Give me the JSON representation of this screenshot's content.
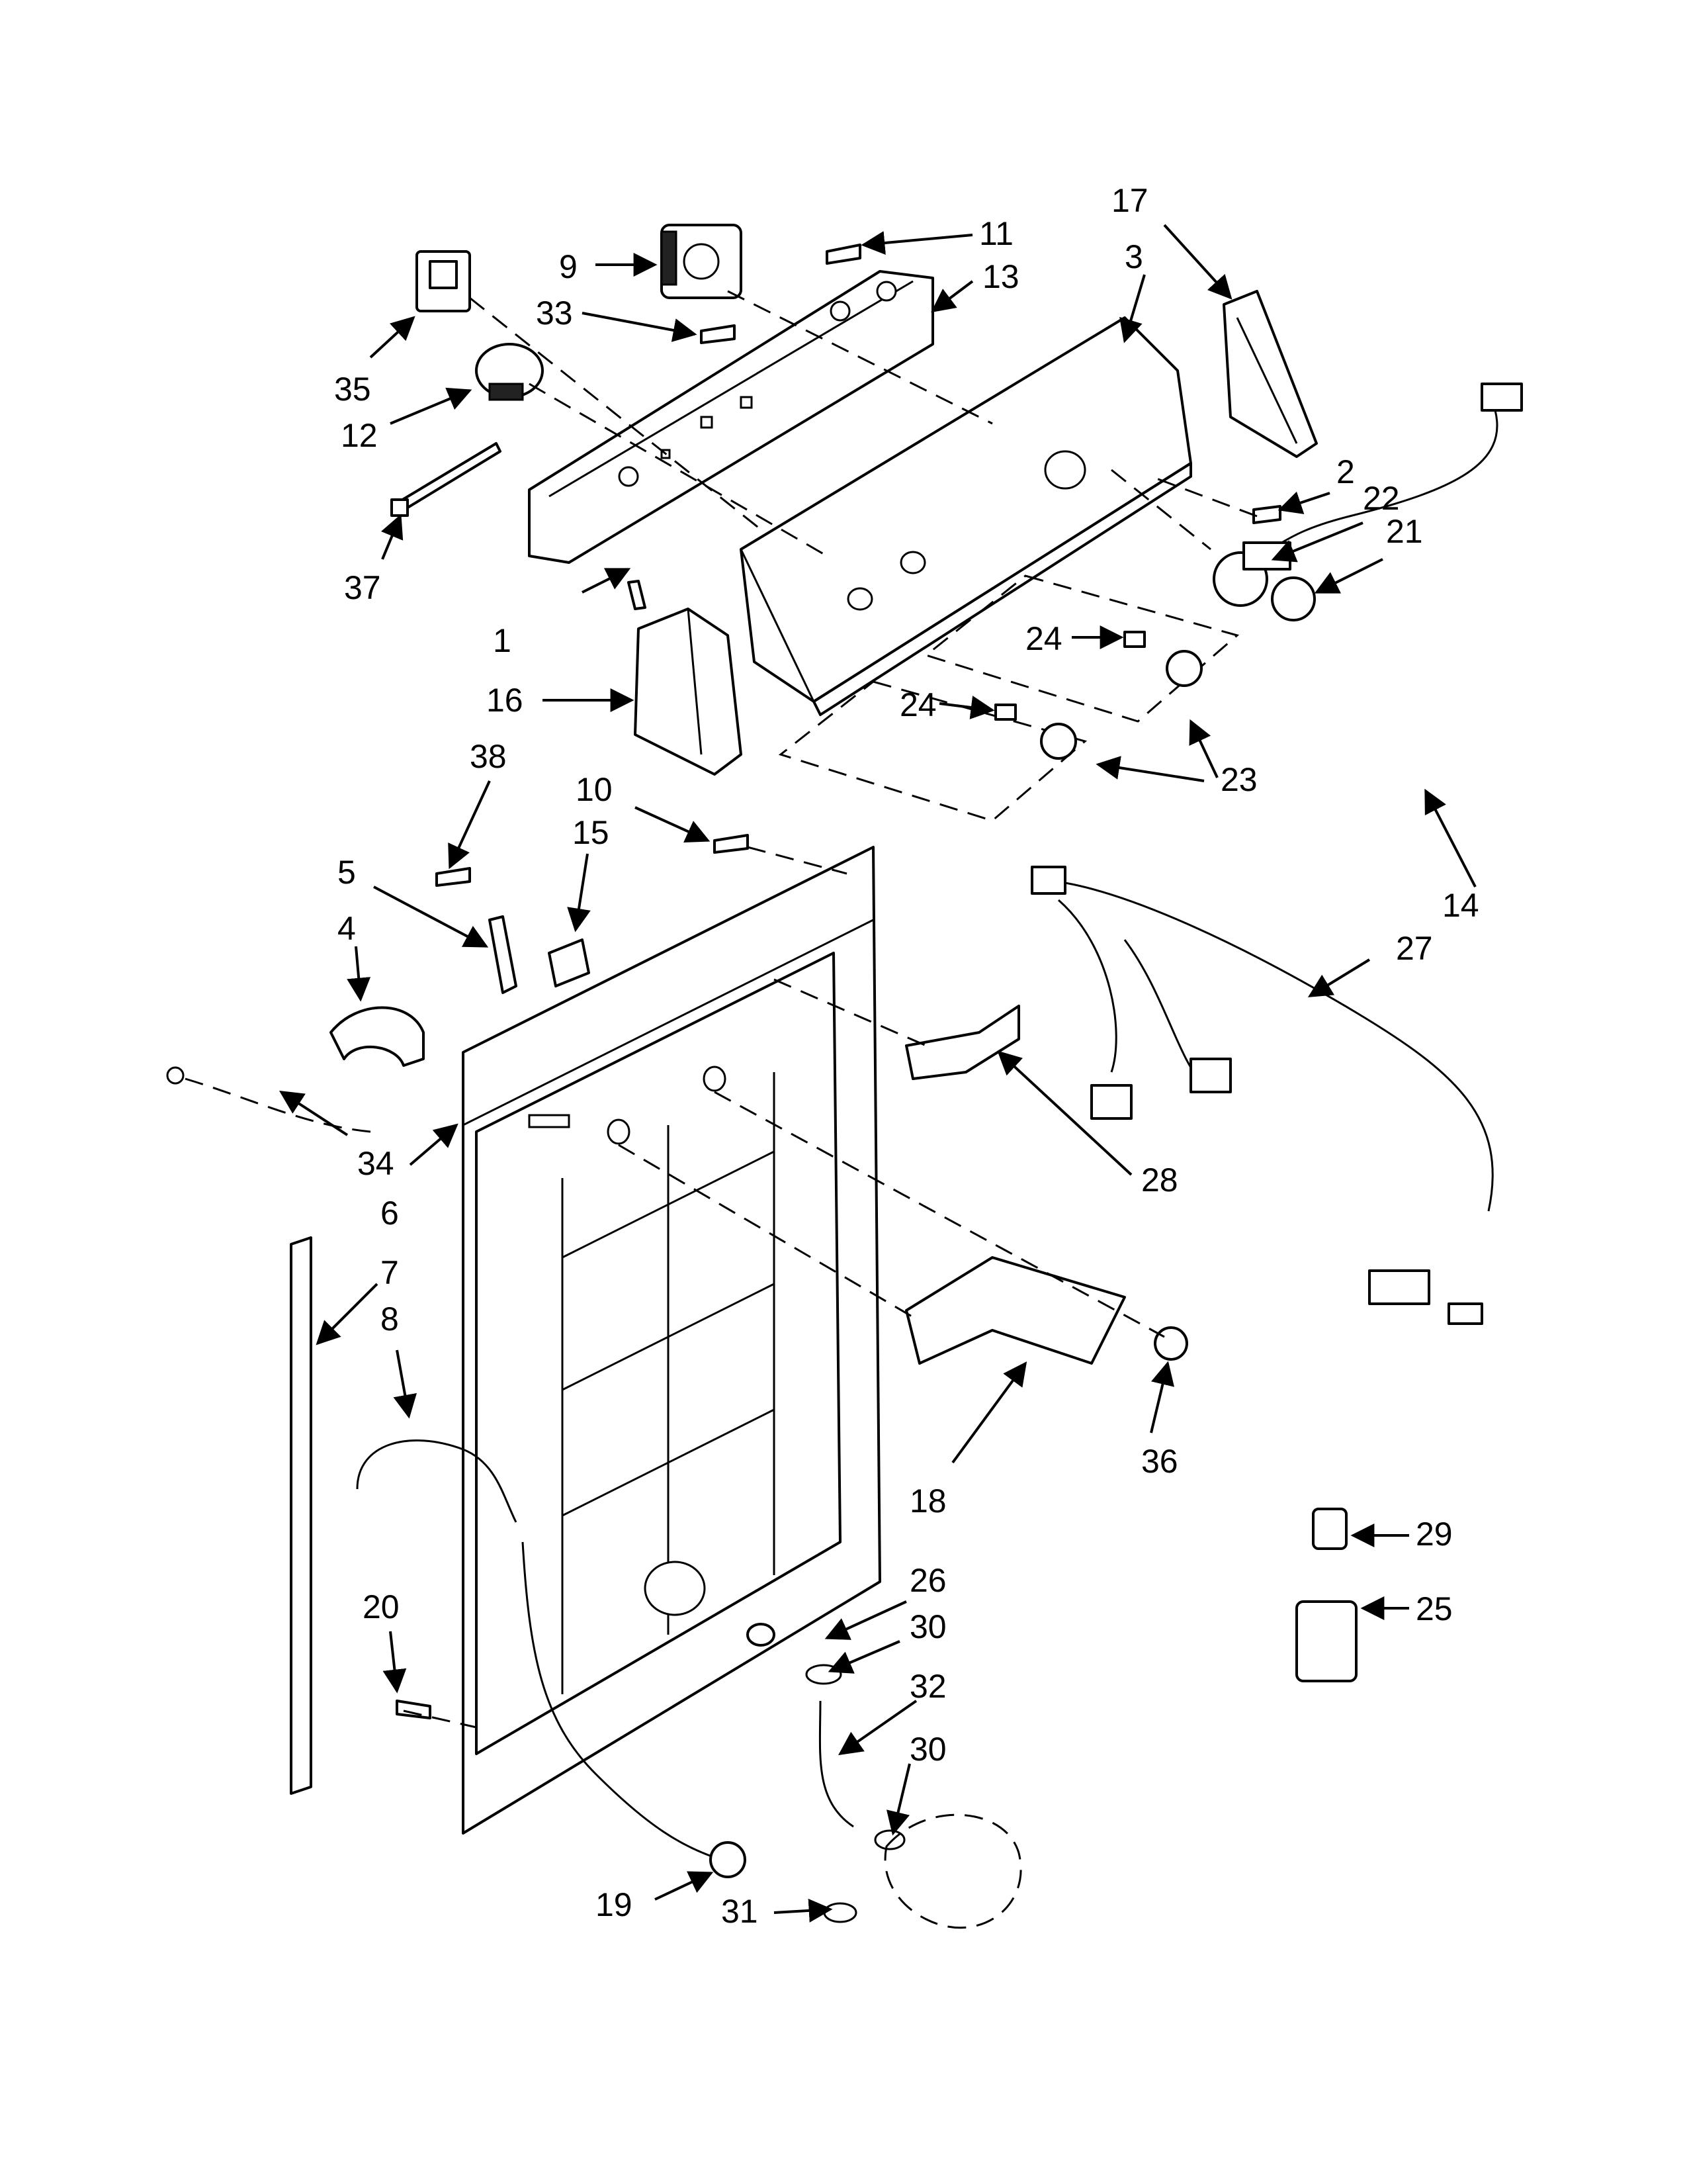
{
  "diagram": {
    "callouts": [
      "1",
      "2",
      "3",
      "4",
      "5",
      "6",
      "7",
      "8",
      "9",
      "10",
      "11",
      "12",
      "13",
      "14",
      "15",
      "16",
      "17",
      "18",
      "19",
      "20",
      "21",
      "22",
      "23",
      "24",
      "24",
      "25",
      "26",
      "27",
      "28",
      "29",
      "30",
      "30",
      "31",
      "32",
      "33",
      "34",
      "35",
      "36",
      "37",
      "38"
    ]
  }
}
